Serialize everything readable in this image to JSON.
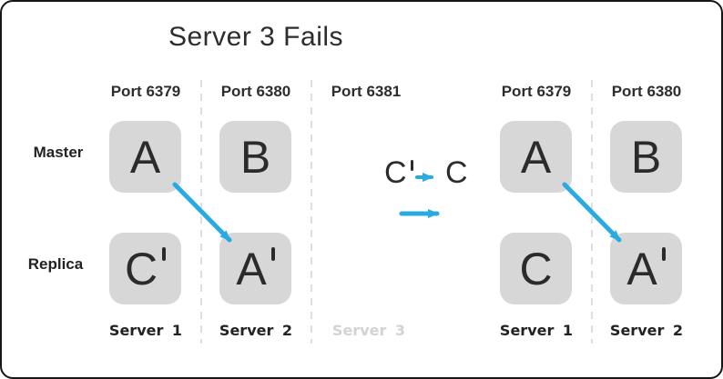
{
  "title": "Server 3 Fails",
  "colors": {
    "arrow": "#29abe2",
    "box_fill": "#d7d7d7",
    "text": "#2d2d2d",
    "failed_text": "#d3d3d3",
    "dashed_line": "#dedede"
  },
  "row_labels": {
    "master": "Master",
    "replica": "Replica"
  },
  "left_cluster": {
    "columns": [
      {
        "port": "Port 6379",
        "master": "A",
        "replica": "C",
        "replica_prime": true,
        "server": "Server 1"
      },
      {
        "port": "Port 6380",
        "master": "B",
        "replica": "A",
        "replica_prime": true,
        "server": "Server 2"
      },
      {
        "port": "Port 6381",
        "server": "Server 3"
      }
    ]
  },
  "transition": {
    "from": "C",
    "from_prime": true,
    "to": "C"
  },
  "right_cluster": {
    "columns": [
      {
        "port": "Port 6379",
        "master": "A",
        "replica": "C",
        "server": "Server 1"
      },
      {
        "port": "Port 6380",
        "master": "B",
        "replica": "A",
        "replica_prime": true,
        "server": "Server 2"
      }
    ]
  }
}
